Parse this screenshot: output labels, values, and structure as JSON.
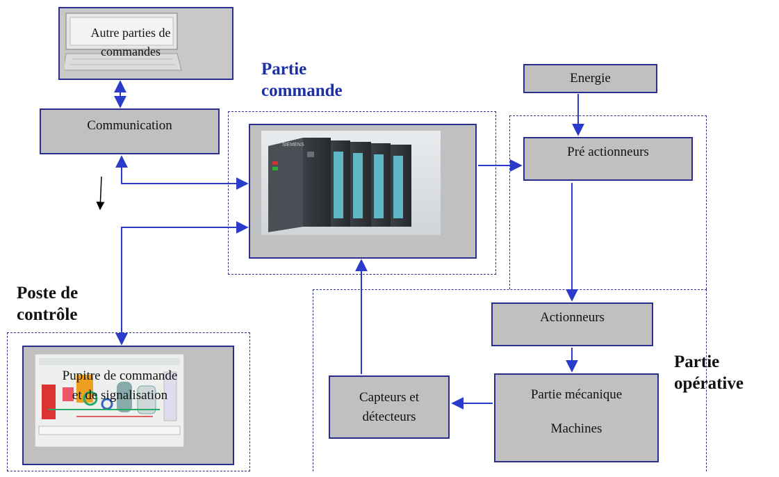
{
  "colors": {
    "box_fill": "#c0c0c0",
    "box_border": "#2a2f8f",
    "arrow": "#2a3bcc",
    "heading_blue": "#1a2fa8",
    "heading_black": "#111111"
  },
  "headings": {
    "partie_commande": "Partie\ncommande",
    "poste_controle": "Poste de\ncontrôle",
    "partie_operative": "Partie\nopérative"
  },
  "boxes": {
    "autre_parties": "Autre parties de\ncommandes",
    "communication": "Communication",
    "energie": "Energie",
    "pre_actionneurs": "Pré actionneurs",
    "actionneurs": "Actionneurs",
    "partie_mecanique": "Partie mécanique\n\nMachines",
    "capteurs": "Capteurs et\ndétecteurs",
    "pupitre": "Pupitre de commande\net de signalisation"
  },
  "images": {
    "plc": "plc-rack-icon",
    "pupitre": "control-panel-icon",
    "computer": "computer-icon"
  }
}
